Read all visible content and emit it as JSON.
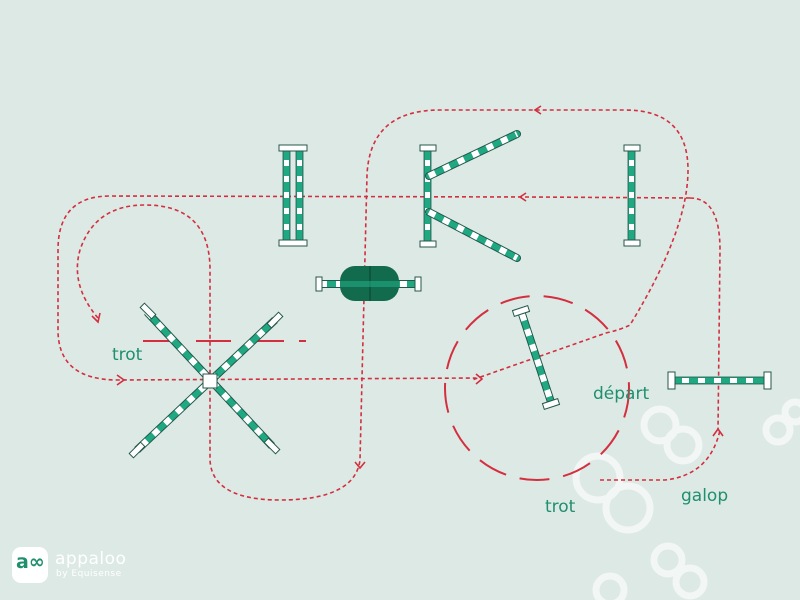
{
  "labels": {
    "trot_left": "trot",
    "depart": "départ",
    "trot_bottom": "trot",
    "galop": "galop"
  },
  "logo": {
    "name": "appaloo",
    "tagline": "by Equisense"
  },
  "colors": {
    "background": "#dde9e5",
    "track": "#d32f3f",
    "pole": "#1fa882",
    "pole_dark": "#136b4e",
    "standard": "#ffffff",
    "outline": "#24574a",
    "label": "#1f8f6e",
    "watermark": "#f2f6f5"
  },
  "icons": [
    "logo-icon",
    "watermark-rings"
  ]
}
